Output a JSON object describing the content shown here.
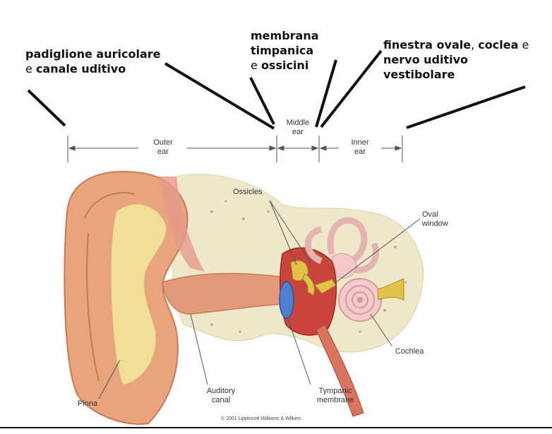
{
  "annotations": {
    "outer": {
      "line1": "padiglione auricolare",
      "conj": "e",
      "line2": "canale uditivo"
    },
    "middle": {
      "line1": "membrana",
      "line2": "timpanica",
      "conj": "e",
      "line3": "ossicini"
    },
    "inner": {
      "line1a": "finestra ovale",
      "comma": ",",
      "line1b": "coclea",
      "conj": "e",
      "line2": "nervo uditivo",
      "line3": "vestibolare"
    }
  },
  "sections": {
    "outer_ear": [
      "Outer",
      "ear"
    ],
    "middle_ear": [
      "Middle",
      "ear"
    ],
    "inner_ear": [
      "Inner",
      "ear"
    ]
  },
  "labels": {
    "ossicles": "Ossicles",
    "oval_window": [
      "Oval",
      "window"
    ],
    "cochlea": "Cochlea",
    "pinna": "Pinna",
    "auditory_canal": [
      "Auditory",
      "canal"
    ],
    "tympanic_membrane": [
      "Tympanic",
      "membrane"
    ]
  },
  "copyright": "© 2001 Lippincott Williams & Wilkins",
  "colors": {
    "skin": "#e8a47c",
    "skin_dark": "#c97a55",
    "cartilage": "#f1ea9a",
    "bone": "#efe7c9",
    "middle_ear": "#c9443b",
    "eardrum": "#4f7fd0",
    "labyrinth": "#f3c9c9",
    "nerve": "#e3c24a"
  }
}
